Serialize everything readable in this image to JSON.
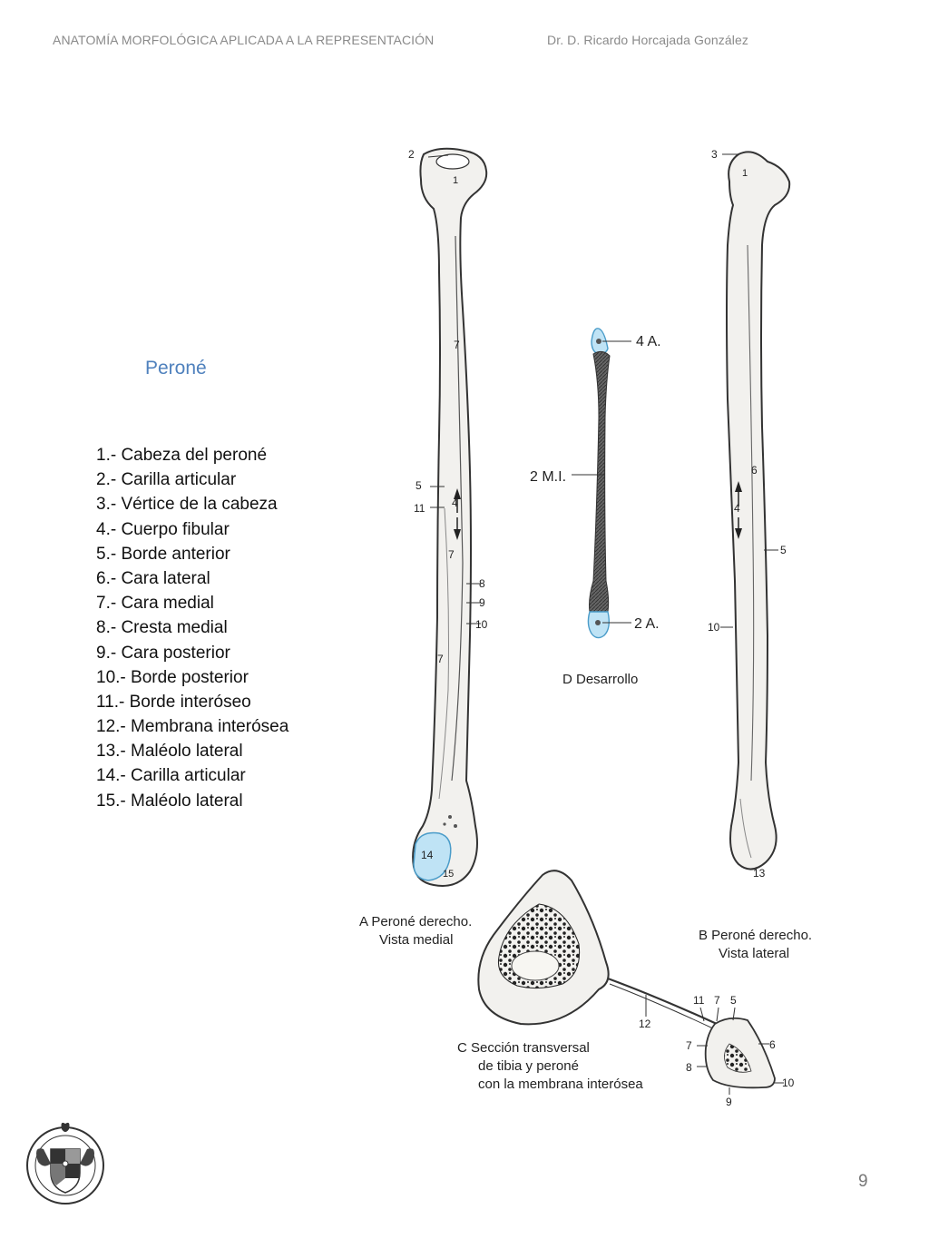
{
  "header": {
    "course": "ANATOMÍA MORFOLÓGICA APLICADA A LA REPRESENTACIÓN",
    "author": "Dr. D. Ricardo Horcajada González"
  },
  "slide": {
    "title": "Peroné",
    "legend": [
      "1.- Cabeza del peroné",
      "2.- Carilla articular",
      "3.- Vértice de la cabeza",
      "4.- Cuerpo fibular",
      "5.- Borde anterior",
      "6.- Cara lateral",
      "7.- Cara medial",
      "8.- Cresta medial",
      "9.- Cara posterior",
      "10.- Borde posterior",
      "11.- Borde interóseo",
      "12.- Membrana interósea",
      "13.- Maléolo lateral",
      "14.- Carilla articular",
      "15.- Maléolo lateral"
    ],
    "page_number": "9"
  },
  "figure": {
    "captions": {
      "a_line1": "A  Peroné derecho.",
      "a_line2": "Vista medial",
      "b_line1": "B  Peroné derecho.",
      "b_line2": "Vista lateral",
      "c_line1": "C  Sección transversal",
      "c_line2": "de tibia y peroné",
      "c_line3": "con la membrana interósea",
      "d_line1": "D  Desarrollo"
    },
    "development_labels": {
      "top": "4 A.",
      "middle": "2 M.I.",
      "bottom": "2 A."
    },
    "view_a_labels": {
      "l1": "1",
      "l2": "2",
      "l5": "5",
      "l11": "11",
      "l4": "4",
      "l7a": "7",
      "l7b": "7",
      "l7c": "7",
      "l8": "8",
      "l9": "9",
      "l10": "10",
      "l14": "14",
      "l15": "15"
    },
    "view_b_labels": {
      "l1": "1",
      "l3": "3",
      "l4": "4",
      "l5": "5",
      "l6": "6",
      "l10": "10",
      "l13": "13"
    },
    "section_labels": {
      "l12": "12",
      "l11": "11",
      "l7top": "7",
      "l5": "5",
      "l6": "6",
      "l7": "7",
      "l8": "8",
      "l9": "9",
      "l10": "10"
    },
    "colors": {
      "bone_fill": "#f2f1ee",
      "bone_stroke": "#333333",
      "cartilage": "#bfe3f5",
      "ossification": "#555555"
    }
  }
}
